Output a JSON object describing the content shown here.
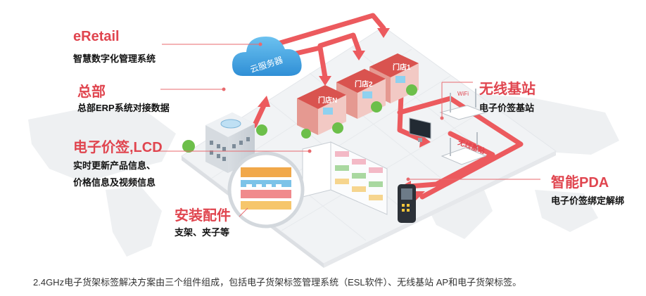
{
  "labels": {
    "eretail": {
      "title": "eRetail",
      "subtitle": "智慧数字化管理系统"
    },
    "hq": {
      "title": "总部",
      "subtitle": "总部ERP系统对接数据"
    },
    "esl": {
      "title": "电子价签,LCD",
      "lines": [
        "实时更新产品信息、",
        "价格信息及视频信息"
      ]
    },
    "accessories": {
      "title": "安装配件",
      "subtitle": "支架、夹子等"
    },
    "basestation": {
      "title": "无线基站",
      "subtitle": "电子价签基站"
    },
    "pda": {
      "title": "智能PDA",
      "subtitle": "电子价签绑定解绑"
    }
  },
  "illustration": {
    "cloud_text": "云服务器",
    "stores": [
      "门店1",
      "门店2",
      "门店N"
    ],
    "router_text": "无线基站",
    "wifi_text": "WiFi"
  },
  "caption": "2.4GHz电子货架标签解决方案由三个组件组成，包括电子货架标签管理系统（ESL软件）、无线基站 AP和电子货架标签。",
  "colors": {
    "accent": "#e0454f",
    "arrow": "#ec5a5e",
    "platform": "#f1f3f5"
  }
}
